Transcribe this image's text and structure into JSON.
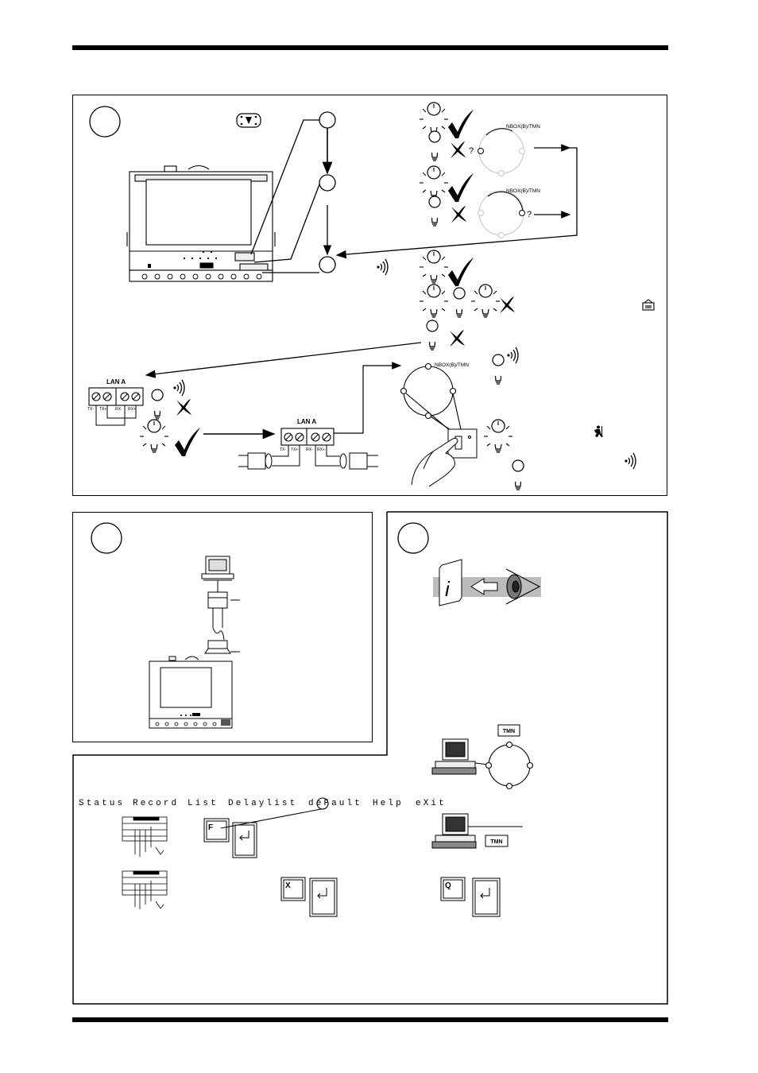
{
  "panel1": {
    "ring_label_a": "NBOX(B)/TMN",
    "ring_label_b": "NBOX(B)/TMN",
    "ring_label_c": "NBOX(B)/TMN",
    "question_mark": "?",
    "lan_label_a": "LAN A",
    "lan_label_b": "LAN A",
    "terminals": [
      "TX-",
      "TX+",
      "RX-",
      "RX+"
    ]
  },
  "panel4": {
    "tmn_label_a": "TMN",
    "tmn_label_b": "TMN",
    "menu": [
      {
        "label": "Status"
      },
      {
        "label": "Record"
      },
      {
        "label": "List"
      },
      {
        "label": "Delaylist"
      },
      {
        "label": "deFault"
      },
      {
        "label": "Help"
      },
      {
        "label": "eXit"
      }
    ],
    "keys": {
      "f": "F",
      "x": "X",
      "q": "Q"
    }
  },
  "colors": {
    "ink": "#000000",
    "guide_gray": "#c8c8c8",
    "band_gray": "#bcbcbc",
    "light_fill": "#eeeeee"
  }
}
